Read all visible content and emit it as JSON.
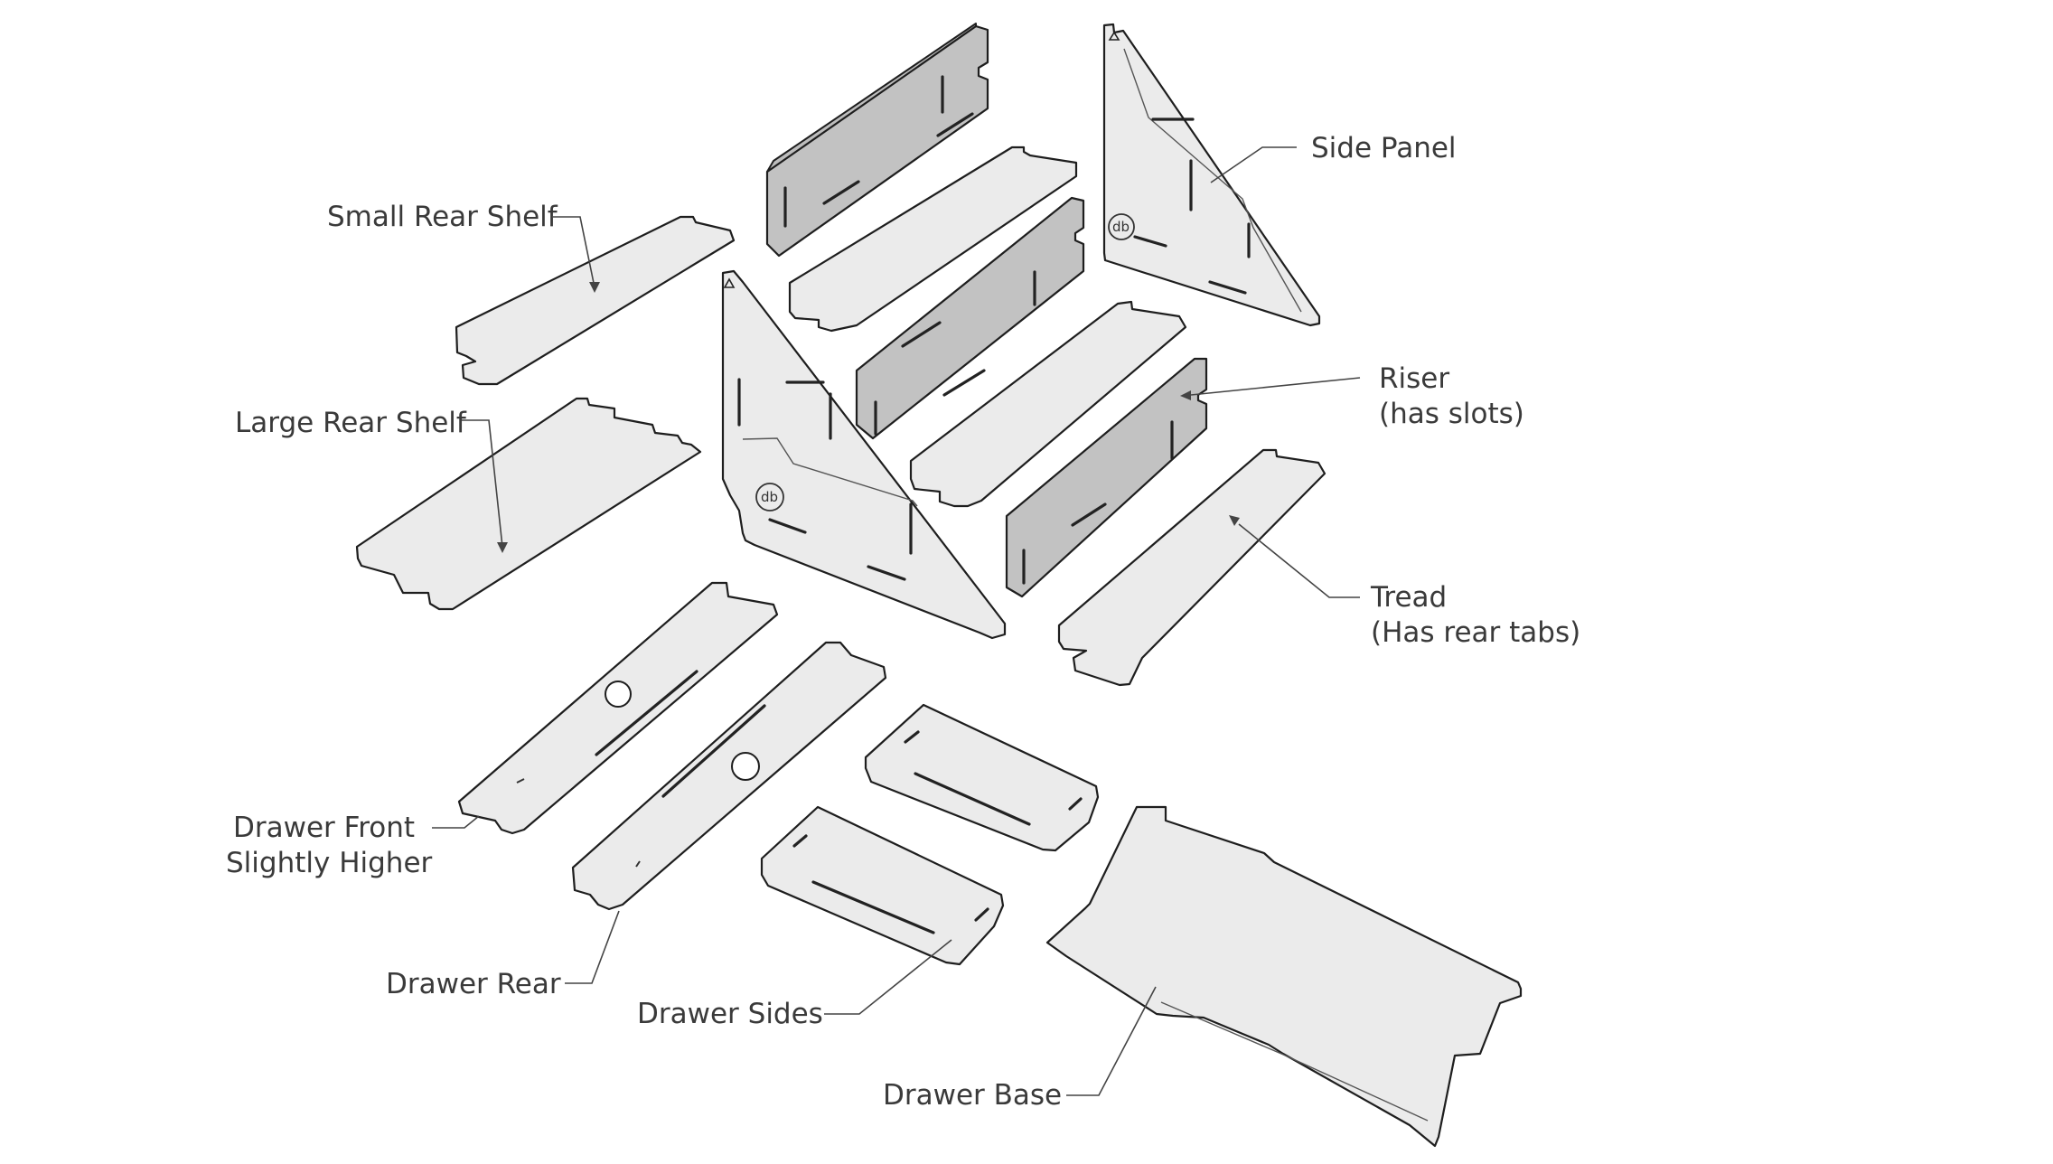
{
  "labels": {
    "side_panel": "Side Panel",
    "small_rear_shelf": "Small Rear Shelf",
    "large_rear_shelf": "Large Rear Shelf",
    "riser_line1": "Riser",
    "riser_line2": "(has slots)",
    "tread_line1": "Tread",
    "tread_line2": "(Has rear tabs)",
    "drawer_front_line1": "Drawer Front",
    "drawer_front_line2": "Slightly Higher",
    "drawer_rear": "Drawer Rear",
    "drawer_sides": "Drawer Sides",
    "drawer_base": "Drawer Base"
  },
  "logo_text": "db",
  "colors": {
    "panel_fill": "#ebebeb",
    "riser_fill": "#c2c2c2",
    "outline": "#1e1e1e",
    "label_text": "#3a3a3a"
  }
}
